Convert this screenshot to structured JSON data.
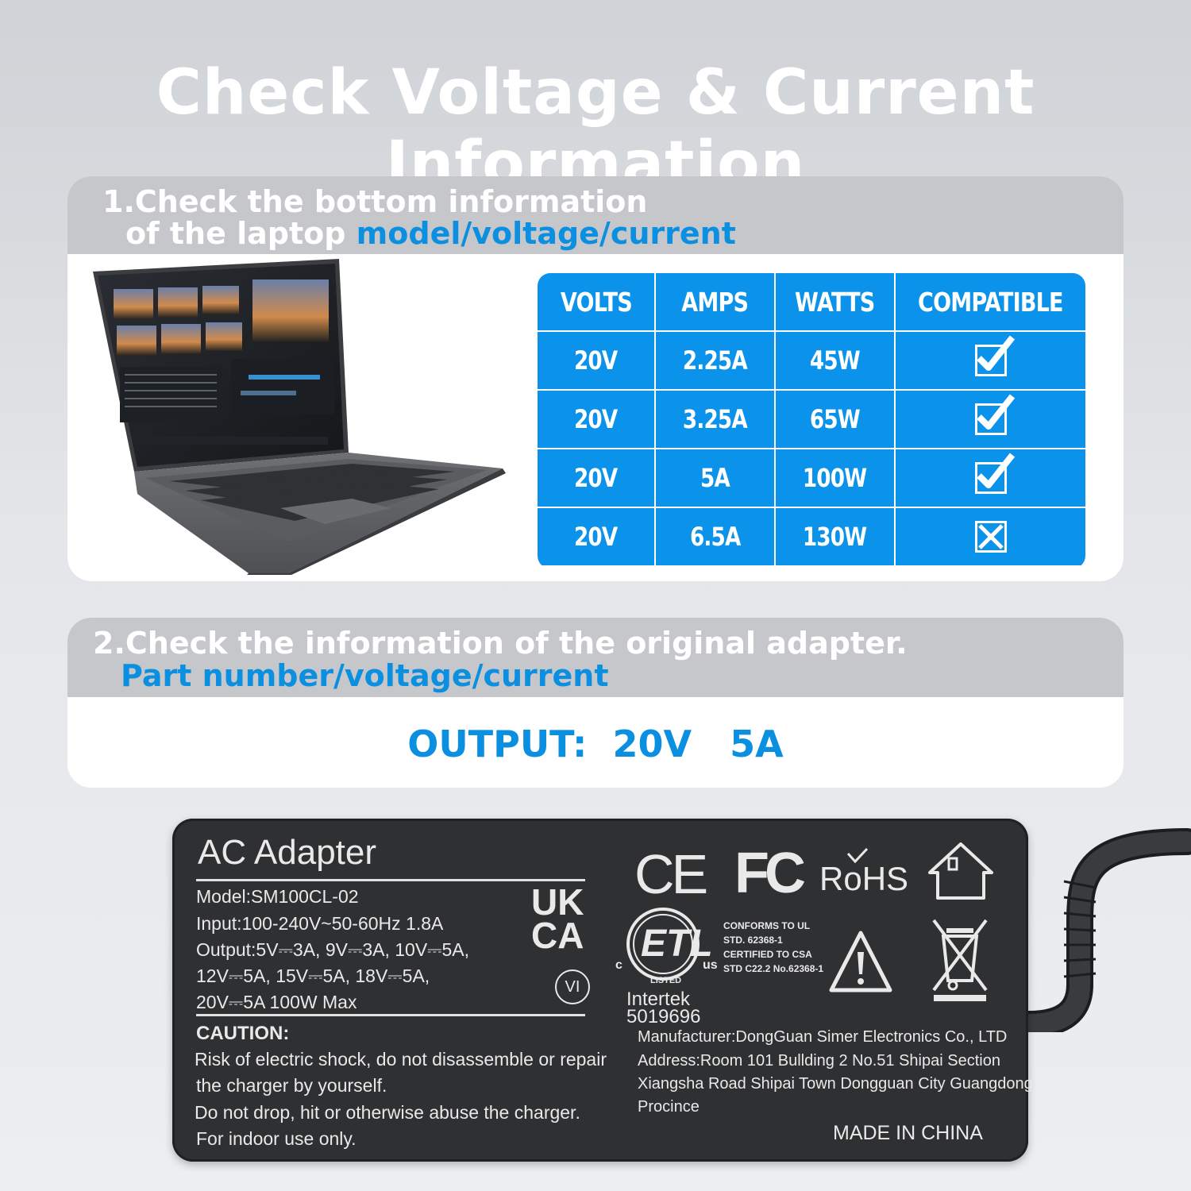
{
  "title": "Check Voltage & Current Information",
  "section1": {
    "line1": "1.Check the bottom information",
    "line2_prefix": "of the laptop ",
    "line2_highlight": "model/voltage/current"
  },
  "table": {
    "headers": [
      "VOLTS",
      "AMPS",
      "WATTS",
      "COMPATIBLE"
    ],
    "rows": [
      {
        "volts": "20V",
        "amps": "2.25A",
        "watts": "45W",
        "compatible": "check"
      },
      {
        "volts": "20V",
        "amps": "3.25A",
        "watts": "65W",
        "compatible": "check"
      },
      {
        "volts": "20V",
        "amps": "5A",
        "watts": "100W",
        "compatible": "check"
      },
      {
        "volts": "20V",
        "amps": "6.5A",
        "watts": "130W",
        "compatible": "cross"
      }
    ]
  },
  "section2": {
    "line1": "2.Check the information of the original adapter.",
    "line2": "Part number/voltage/current",
    "output": "OUTPUT:  20V   5A"
  },
  "adapter": {
    "title": "AC Adapter",
    "model": "Model:SM100CL-02",
    "input": "Input:100-240V~50-60Hz 1.8A",
    "output1": "Output:5V⎓⎓⎓–3A, 9V⎓⎓–3A, 10V⎓⎓–5A,",
    "output1_text": "Output:5V⎓3A, 9V⎓3A, 10V⎓5A,",
    "output2_text": "12V⎓5A, 15V⎓5A, 18V⎓5A,",
    "output3_text": "20V⎓5A  100W Max",
    "caution_title": "CAUTION:",
    "caution1": "Risk of electric shock, do not disassemble or repair",
    "caution2": "the charger by yourself.",
    "caution3": "Do not drop, hit or otherwise abuse the charger.",
    "caution4": "For indoor use only.",
    "ukca_top": "UK",
    "ukca_bottom": "CA",
    "vi_mark": "VI",
    "ce": "CE",
    "fc": "FC",
    "rohs": "RoHS",
    "etl_c": "c",
    "etl_us": "us",
    "etl_letters": "ETL",
    "etl_listed": "LISTED",
    "etl_intertek": "Intertek",
    "etl_number": "5019696",
    "cert1": "CONFORMS TO UL",
    "cert2": "STD. 62368-1",
    "cert3": "CERTIFIED TO CSA",
    "cert4": "STD C22.2 No.62368-1",
    "manufacturer": "Manufacturer:DongGuan Simer Electronics Co., LTD",
    "address1": "Address:Room 101 Bullding 2 No.51 Shipai Section",
    "address2": "Xiangsha Road Shipai Town Dongguan City Guangdong",
    "address3": "Procince",
    "made_in": "MADE IN CHINA"
  },
  "icons": [
    "laptop-image",
    "check-icon",
    "cross-icon",
    "house-icon",
    "warning-icon",
    "weee-bin-icon",
    "power-cable"
  ]
}
